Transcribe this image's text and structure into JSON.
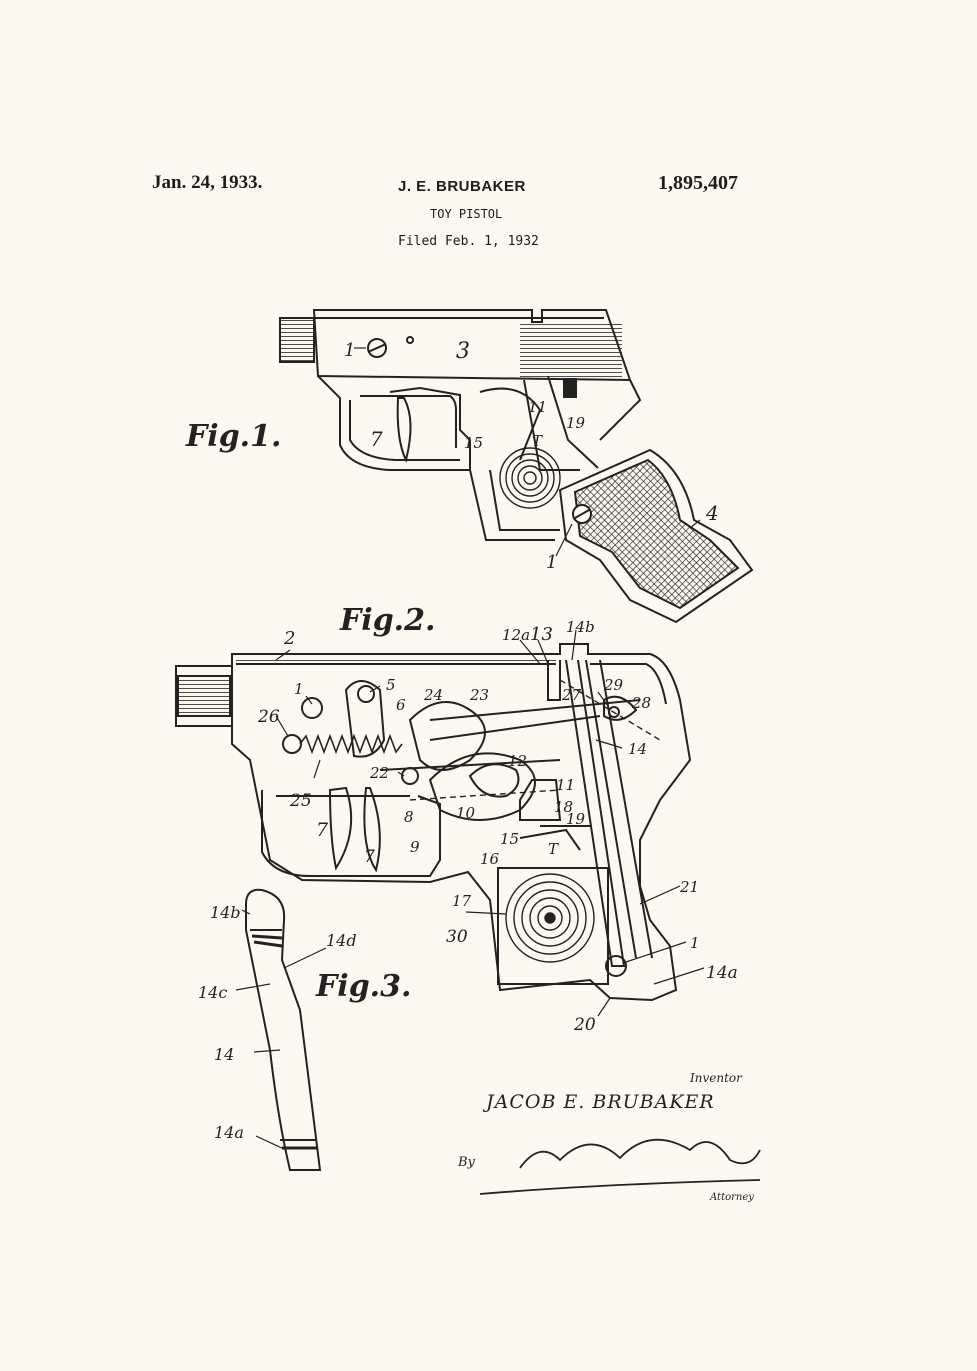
{
  "header": {
    "date": "Jan. 24, 1933.",
    "inventor_name": "J. E. BRUBAKER",
    "patent_number": "1,895,407",
    "title": "TOY PISTOL",
    "filed": "Filed Feb. 1, 1932"
  },
  "figures": {
    "fig1": "Fig.1.",
    "fig2": "Fig.2.",
    "fig3": "Fig.3."
  },
  "fig1_labels": [
    "1",
    "3",
    "7",
    "15",
    "T",
    "11",
    "19",
    "4",
    "1"
  ],
  "fig2_labels": [
    "2",
    "12a",
    "13",
    "14b",
    "1",
    "5",
    "6",
    "24",
    "23",
    "27",
    "29",
    "28",
    "26",
    "14",
    "22",
    "12",
    "11",
    "25",
    "18",
    "7",
    "8",
    "10",
    "19",
    "15",
    "7",
    "9",
    "16",
    "T",
    "17",
    "21",
    "30",
    "1",
    "14a",
    "20"
  ],
  "fig3_labels": [
    "14b",
    "14d",
    "14c",
    "14",
    "14a"
  ],
  "signature": {
    "inventor_caption": "Inventor",
    "inventor_name": "JACOB E. BRUBAKER",
    "by": "By",
    "attorney_caption": "Attorney"
  }
}
